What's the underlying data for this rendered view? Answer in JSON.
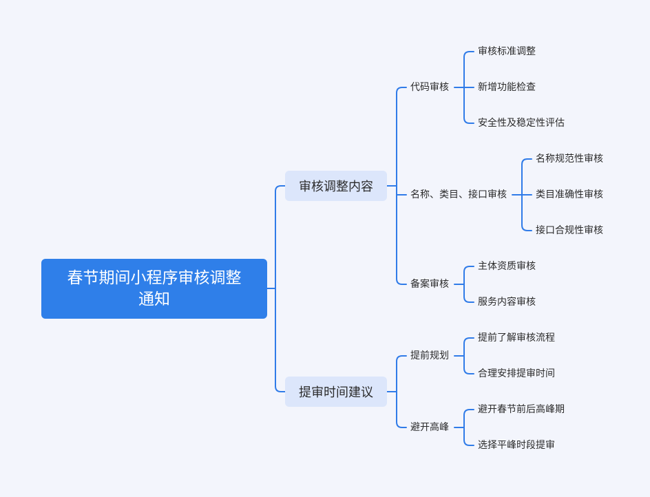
{
  "colors": {
    "background": "#f3f5fc",
    "root_fill": "#2f7fe9",
    "branch_fill": "#dce6fb",
    "connector": "#2f7be8"
  },
  "root": {
    "label": "春节期间小程序审核调整通知"
  },
  "branches": [
    {
      "label": "审核调整内容",
      "children": [
        {
          "label": "代码审核",
          "children": [
            "审核标准调整",
            "新增功能检查",
            "安全性及稳定性评估"
          ]
        },
        {
          "label": "名称、类目、接口审核",
          "children": [
            "名称规范性审核",
            "类目准确性审核",
            "接口合规性审核"
          ]
        },
        {
          "label": "备案审核",
          "children": [
            "主体资质审核",
            "服务内容审核"
          ]
        }
      ]
    },
    {
      "label": "提审时间建议",
      "children": [
        {
          "label": "提前规划",
          "children": [
            "提前了解审核流程",
            "合理安排提审时间"
          ]
        },
        {
          "label": "避开高峰",
          "children": [
            "避开春节前后高峰期",
            "选择平峰时段提审"
          ]
        }
      ]
    }
  ]
}
